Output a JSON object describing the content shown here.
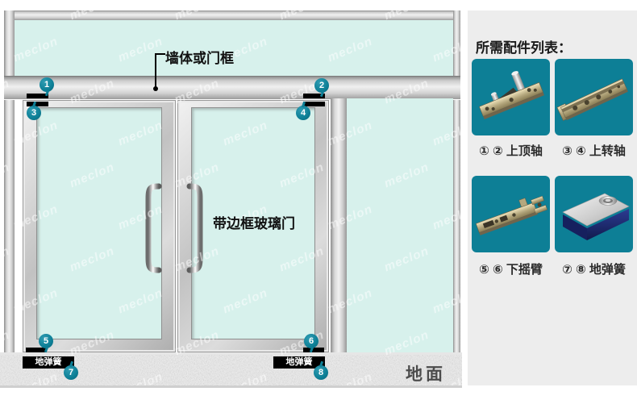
{
  "watermark": "meclon",
  "colors": {
    "accent_teal": "#0d7f96",
    "glass": "#d7f1ec",
    "ground_text": "#4c4c4c",
    "label_black": "#000000"
  },
  "diagram": {
    "wall_label": "墙体或门框",
    "door_label": "带边框玻璃门",
    "ground_label": "地面",
    "floor_spring_left": "地弹簧",
    "floor_spring_right": "地弹簧",
    "markers": [
      "1",
      "2",
      "3",
      "4",
      "5",
      "6",
      "7",
      "8"
    ]
  },
  "sidebar": {
    "title": "所需配件列表：",
    "parts": [
      {
        "icon": "top-pivot-image",
        "label": "① ② 上顶轴"
      },
      {
        "icon": "top-axle-image",
        "label": "③ ④ 上转轴"
      },
      {
        "icon": "bottom-swing-arm-image",
        "label": "⑤ ⑥ 下摇臂"
      },
      {
        "icon": "floor-spring-image",
        "label": "⑦ ⑧ 地弹簧"
      }
    ]
  }
}
